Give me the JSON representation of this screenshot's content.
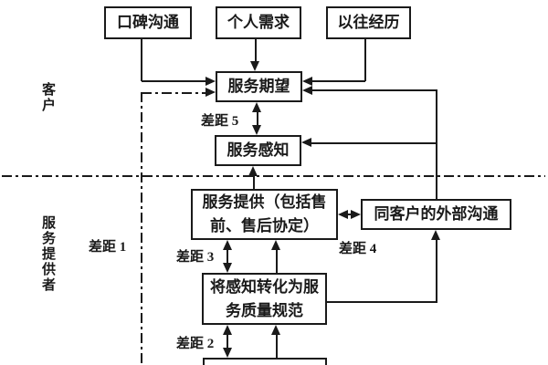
{
  "diagram": {
    "section_labels": {
      "customer": "客户",
      "provider": "服务提供者"
    },
    "boxes": {
      "word_of_mouth": "口碑沟通",
      "personal_needs": "个人需求",
      "past_experience": "以往经历",
      "expected_service": "服务期望",
      "perceived_service": "服务感知",
      "service_delivery": "服务提供（包括售前、售后协定）",
      "external_communication": "同客户的外部沟通",
      "quality_specs": "将感知转化为服务质量规范"
    },
    "gaps": {
      "gap1": "差距 1",
      "gap2": "差距 2",
      "gap3": "差距 3",
      "gap4": "差距 4",
      "gap5": "差距 5"
    },
    "colors": {
      "ink": "#1a1a1a",
      "background": "#ffffff"
    }
  }
}
